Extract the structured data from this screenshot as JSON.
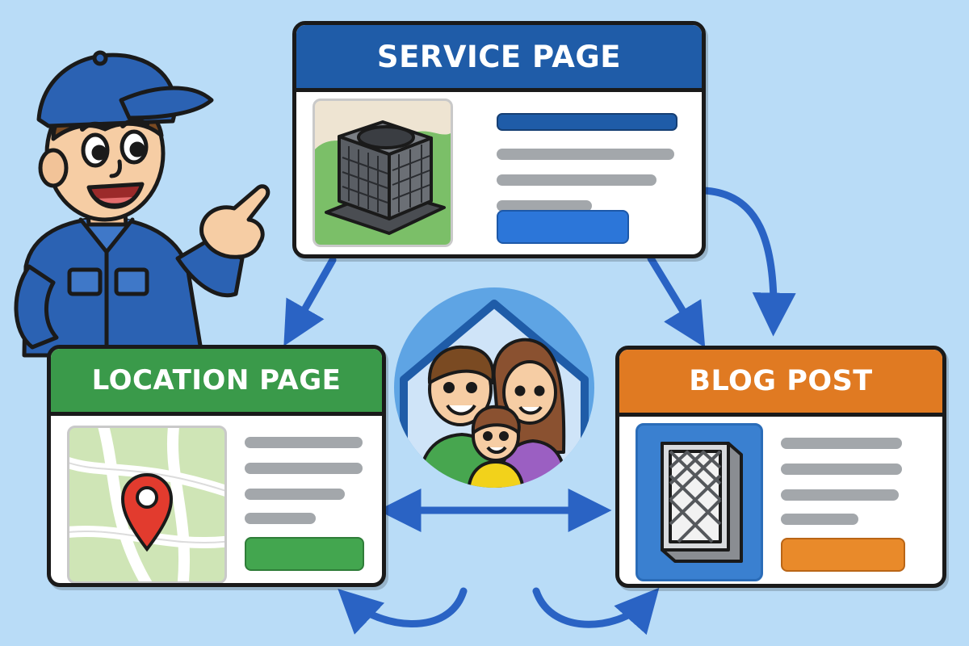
{
  "cards": {
    "service": {
      "title": "SERVICE PAGE"
    },
    "location": {
      "title": "LOCATION PAGE"
    },
    "blog": {
      "title": "BLOG POST"
    }
  },
  "colors": {
    "background": "#b9dcf7",
    "service_header": "#1f5ca8",
    "location_header": "#3a9a4a",
    "blog_header": "#e07a22",
    "arrow": "#2a63c4",
    "outline": "#1a1a1a"
  },
  "icons": [
    "technician-illustration",
    "air-conditioner-icon",
    "map-pin-icon",
    "family-house-icon",
    "air-filter-icon"
  ]
}
